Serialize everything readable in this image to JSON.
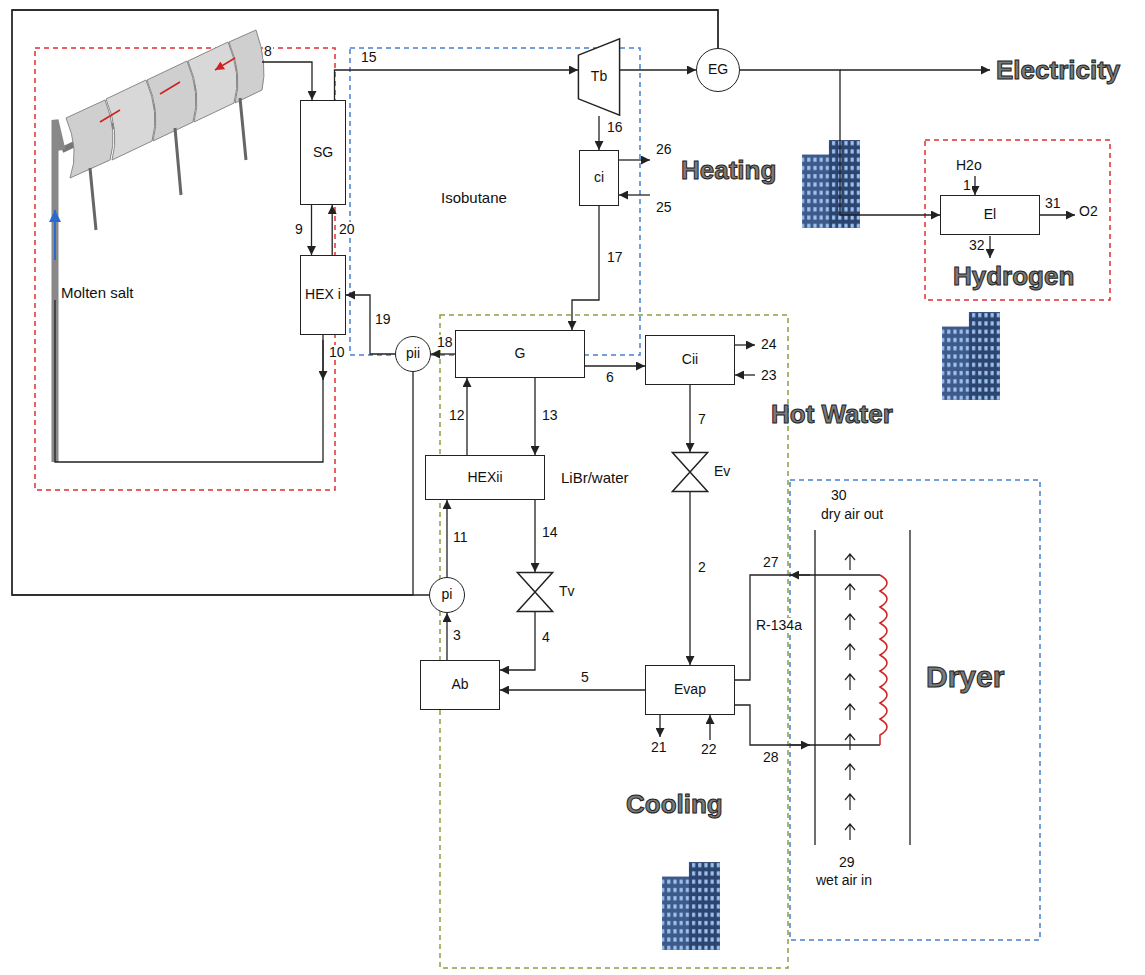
{
  "diagram": {
    "nodes": [
      {
        "text": [
          "SG"
        ]
      },
      {
        "text": [
          "HEX i"
        ]
      },
      {
        "text": [
          "Tb"
        ]
      },
      {
        "text": [
          "EG"
        ]
      },
      {
        "text": [
          "ci"
        ]
      },
      {
        "text": [
          "El"
        ]
      },
      {
        "text": [
          "G"
        ]
      },
      {
        "text": [
          "Cii"
        ]
      },
      {
        "text": [
          "HEXii"
        ]
      },
      {
        "text": [
          "pi"
        ]
      },
      {
        "text": [
          "pii"
        ]
      },
      {
        "text": [
          "Tv"
        ]
      },
      {
        "text": [
          "Ev"
        ]
      },
      {
        "text": [
          "Ab"
        ]
      },
      {
        "text": [
          "Evap"
        ]
      }
    ],
    "edges": [
      {
        "from": 0,
        "to": 2,
        "arrow": "to"
      },
      {
        "from": 2,
        "to": 4,
        "arrow": "to"
      },
      {
        "from": 2,
        "to": 3,
        "arrow": "to"
      },
      {
        "from": 3,
        "to": 5,
        "arrow": "to"
      },
      {
        "from": 3,
        "to": 9,
        "arrow": "none"
      },
      {
        "from": 3,
        "to": 10,
        "arrow": "none"
      },
      {
        "from": 4,
        "to": 6,
        "arrow": "to"
      },
      {
        "from": 6,
        "to": 10,
        "arrow": "to"
      },
      {
        "from": 10,
        "to": 1,
        "arrow": "to"
      },
      {
        "from": 1,
        "to": 0,
        "arrow": "to"
      },
      {
        "from": 0,
        "to": 1,
        "arrow": "to"
      },
      {
        "from": 6,
        "to": 7,
        "arrow": "to"
      },
      {
        "from": 7,
        "to": 12,
        "arrow": "to"
      },
      {
        "from": 12,
        "to": 14,
        "arrow": "to"
      },
      {
        "from": 14,
        "to": 13,
        "arrow": "to"
      },
      {
        "from": 13,
        "to": 9,
        "arrow": "to"
      },
      {
        "from": 9,
        "to": 8,
        "arrow": "to"
      },
      {
        "from": 8,
        "to": 6,
        "arrow": "to"
      },
      {
        "from": 6,
        "to": 8,
        "arrow": "to"
      },
      {
        "from": 8,
        "to": 11,
        "arrow": "to"
      },
      {
        "from": 11,
        "to": 13,
        "arrow": "to"
      }
    ],
    "labels": [
      "8",
      "15",
      "16",
      "9",
      "20",
      "Molten salt",
      "Isobutane",
      "26",
      "25",
      "Heating",
      "Electricity",
      "H2o",
      "1",
      "31",
      "O2",
      "32",
      "Hydrogen",
      "17",
      "19",
      "18",
      "12",
      "13",
      "6",
      "24",
      "23",
      "Hot Water",
      "10",
      "11",
      "14",
      "7",
      "LiBr/water",
      "30",
      "dry air out",
      "3",
      "4",
      "2",
      "5",
      "27",
      "R-134a",
      "28",
      "21",
      "22",
      "Dryer",
      "29",
      "wet air in",
      "Cooling"
    ]
  }
}
